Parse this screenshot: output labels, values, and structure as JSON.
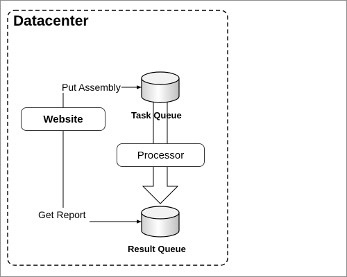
{
  "diagram": {
    "container_label": "Datacenter",
    "nodes": {
      "website": "Website",
      "task_queue": "Task Queue",
      "processor": "Processor",
      "result_queue": "Result Queue"
    },
    "edges": {
      "put_assembly": "Put Assembly",
      "get_report": "Get Report"
    }
  }
}
